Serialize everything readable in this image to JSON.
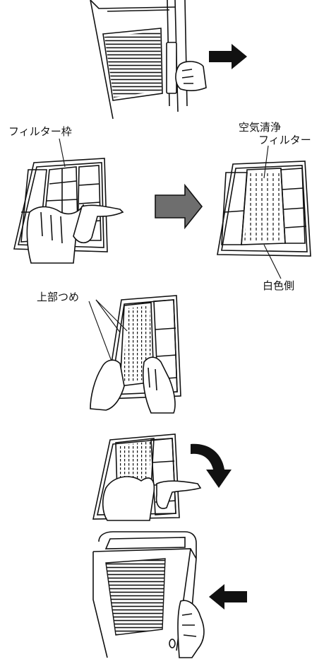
{
  "labels": {
    "filter_frame": "フィルター枠",
    "air_purifying_filter_line1": "空気清浄",
    "air_purifying_filter_line2": "フィルター",
    "white_side": "白色側",
    "upper_claws": "上部つめ"
  },
  "colors": {
    "line": "#111111",
    "arrow_black": "#111111",
    "arrow_gray": "#6e6e6e",
    "background": "#ffffff"
  },
  "icons": {
    "step1_arrow": "arrow-right-icon",
    "step2_arrow": "arrow-right-gray-icon",
    "step4_arrow": "curved-arrow-down-icon",
    "step5_arrow": "arrow-left-icon"
  }
}
